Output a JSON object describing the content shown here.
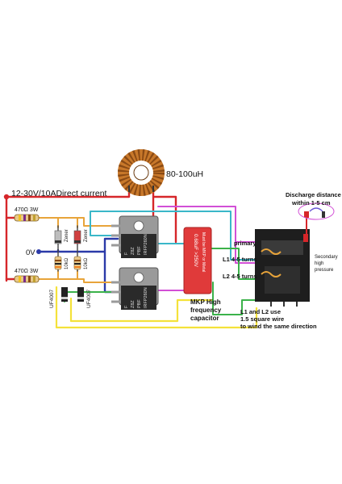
{
  "labels": {
    "inductor": "80-100uH",
    "supply": "12-30V/10ADirect current",
    "ground": "0V",
    "res_top": "470Ω 3W",
    "res_bottom": "470Ω 3W",
    "zener_a": "Zener",
    "zener_b": "Zener",
    "res_10k_a": "10kΩ",
    "res_10k_b": "10kΩ",
    "diode_a": "UF4007",
    "diode_b": "UF4007",
    "mosfet_top": [
      "IRFP260N",
      "PBF",
      "Z8Z",
      "F"
    ],
    "mosfet_bottom": [
      "IRFP260N",
      "PBF",
      "Z8Z",
      "F"
    ],
    "capacitor_body": [
      "0.68uF >250V",
      "Must be MKP or Metal"
    ],
    "capacitor_note": [
      "MKP High",
      "frequency",
      "capacitor"
    ],
    "primary": "primary",
    "l1": "L1 4-5 turns",
    "l2": "L2 4-5 turns",
    "discharge": [
      "Discharge distance",
      "within 1-5 cm"
    ],
    "secondary": [
      "Secondary",
      "high",
      "pressure"
    ],
    "winding_note": [
      "L1 and L2 use",
      "1.5 square wire",
      "to wind the same direction"
    ]
  },
  "colors": {
    "positive_wire": "#d6262a",
    "ground_wire": "#2b3aa8",
    "gate_wire_orange": "#e8a43a",
    "gate_wire_yellow": "#f4e23a",
    "drain_wire_cyan": "#3ab7c9",
    "drain_wire_magenta": "#d24fd6",
    "green_wire": "#3bb24a",
    "transformer": "#1e1e1e",
    "capacitor": "#e03a3a",
    "toroid": "#c8782a"
  }
}
